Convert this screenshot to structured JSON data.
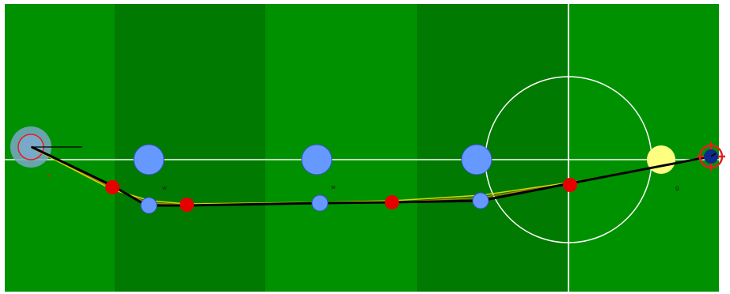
{
  "colors": {
    "border": "#ffffff",
    "stripe_light": "#009100",
    "stripe_dark": "#007a00",
    "line": "#ffffff",
    "robot_blue": "#6699ff",
    "robot_blue_stroke": "#3355cc",
    "ball_red": "#e60000",
    "ball_yellow": "#ffff80",
    "path_black": "#000000",
    "path_yellow": "#d8d800",
    "path_orange": "#d07a10",
    "start_halo": "#7aa8c8",
    "start_ring": "#e02020",
    "target_red": "#e02020",
    "target_core": "#102a8c",
    "label_red": "#d02020",
    "label_dark": "#1a1a1a"
  },
  "icons": {
    "start_marker": "start-position-icon",
    "goal_marker": "target-crosshair-icon"
  },
  "labels": {
    "start": "s",
    "w1": "w",
    "w2": "w",
    "goal": "g"
  }
}
